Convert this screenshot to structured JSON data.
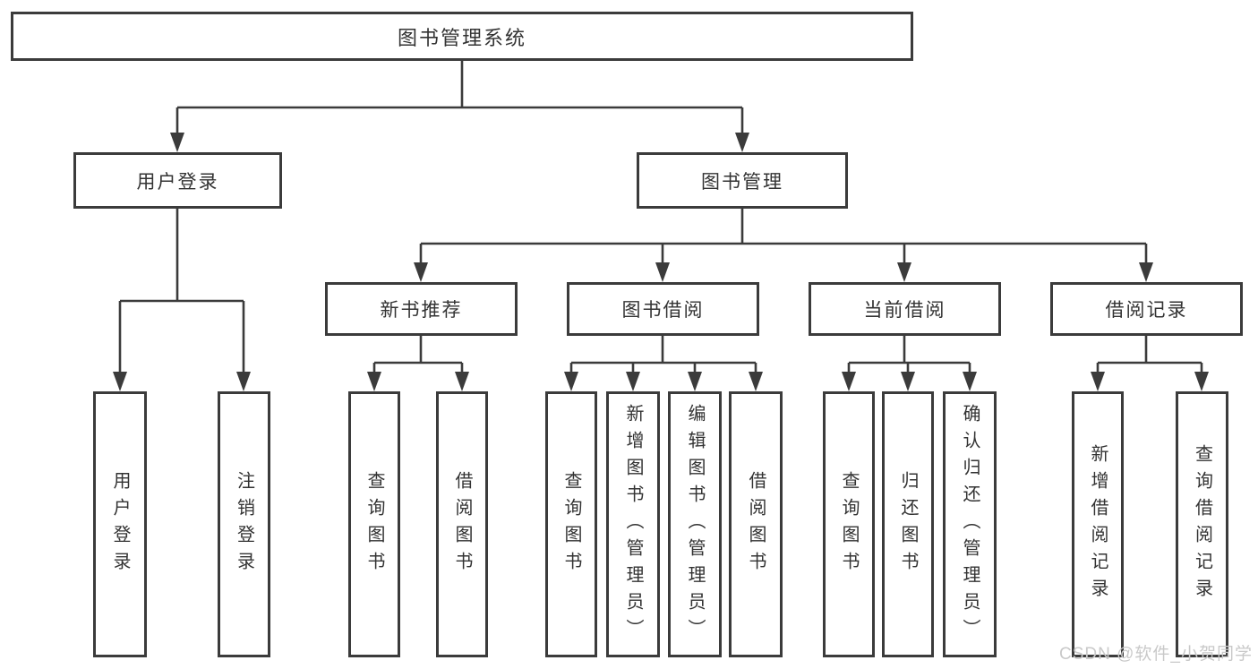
{
  "diagram": {
    "tree": {
      "label": "图书管理系统",
      "children": [
        {
          "label": "用户登录",
          "children": [
            {
              "label": "用户登录"
            },
            {
              "label": "注销登录"
            }
          ]
        },
        {
          "label": "图书管理",
          "children": [
            {
              "label": "新书推荐",
              "children": [
                {
                  "label": "查询图书"
                },
                {
                  "label": "借阅图书"
                }
              ]
            },
            {
              "label": "图书借阅",
              "children": [
                {
                  "label": "查询图书"
                },
                {
                  "label": "新增图书（管理员）"
                },
                {
                  "label": "编辑图书（管理员）"
                },
                {
                  "label": "借阅图书"
                }
              ]
            },
            {
              "label": "当前借阅",
              "children": [
                {
                  "label": "查询图书"
                },
                {
                  "label": "归还图书"
                },
                {
                  "label": "确认归还（管理员）"
                }
              ]
            },
            {
              "label": "借阅记录",
              "children": [
                {
                  "label": "新增借阅记录"
                },
                {
                  "label": "查询借阅记录"
                }
              ]
            }
          ]
        }
      ]
    }
  },
  "watermark": {
    "text": "CSDN @软件_小贺同学"
  },
  "colors": {
    "line": "#3b3b3b",
    "text": "#333333",
    "watermark": "#c9c9c9",
    "background": "#ffffff"
  }
}
